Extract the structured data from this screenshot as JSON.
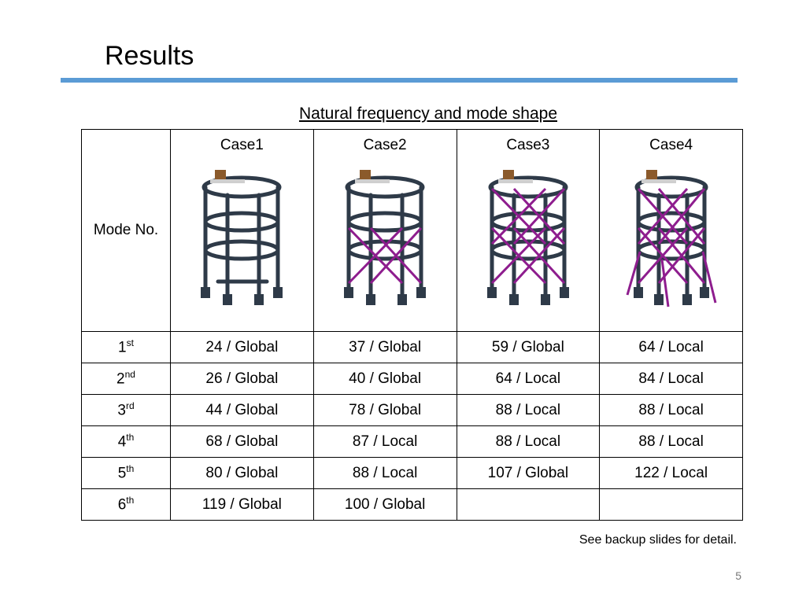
{
  "slide": {
    "title": "Results",
    "subtitle": "Natural frequency and mode shape",
    "note": "See backup slides for detail.",
    "page_number": "5",
    "accent_color": "#5b9bd5"
  },
  "table": {
    "corner_label": "Mode No.",
    "cases": [
      "Case1",
      "Case2",
      "Case3",
      "Case4"
    ],
    "rows": [
      {
        "num": "1",
        "sup": "st",
        "cells": [
          "24 / Global",
          "37 / Global",
          "59 / Global",
          "64 / Local"
        ]
      },
      {
        "num": "2",
        "sup": "nd",
        "cells": [
          "26 / Global",
          "40 / Global",
          "64 / Local",
          "84 / Local"
        ]
      },
      {
        "num": "3",
        "sup": "rd",
        "cells": [
          "44 / Global",
          "78 / Global",
          "88 / Local",
          "88 / Local"
        ]
      },
      {
        "num": "4",
        "sup": "th",
        "cells": [
          "68 / Global",
          "87 / Local",
          "88 / Local",
          "88 / Local"
        ]
      },
      {
        "num": "5",
        "sup": "th",
        "cells": [
          "80 / Global",
          "88 / Local",
          "107 / Global",
          "122 / Local"
        ]
      },
      {
        "num": "6",
        "sup": "th",
        "cells": [
          "119 / Global",
          "100 / Global",
          "",
          ""
        ]
      }
    ],
    "images": [
      "tower-case1-image",
      "tower-case2-image",
      "tower-case3-image",
      "tower-case4-image"
    ]
  }
}
